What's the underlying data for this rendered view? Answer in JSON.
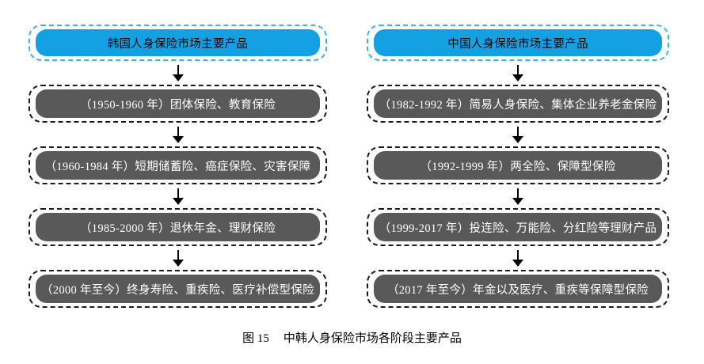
{
  "figure": {
    "caption_prefix": "图 15",
    "caption_title": "中韩人身保险市场各阶段主要产品"
  },
  "colors": {
    "header_fill": "#14A1E3",
    "header_border": "#3AB3EC",
    "header_text": "#000000",
    "stage_fill": "#595959",
    "stage_border": "#1A1A1A",
    "stage_text": "#FFFFFF",
    "arrow_color": "#000000"
  },
  "columns": [
    {
      "id": "korea",
      "header": "韩国人身保险市场主要产品",
      "stages": [
        "（1950-1960 年）团体保险、教育保险",
        "（1960-1984 年）短期储蓄险、癌症保险、灾害保障",
        "（1985-2000 年）退休年金、理财保险",
        "（2000 年至今）终身寿险、重疾险、医疗补偿型保险"
      ]
    },
    {
      "id": "china",
      "header": "中国人身保险市场主要产品",
      "stages": [
        "（1982-1992 年）简易人身保险、集体企业养老金保险",
        "（1992-1999 年）两全险、保障型保险",
        "（1999-2017 年）投连险、万能险、分红险等理财产品",
        "（2017 年至今）年金以及医疗、重疾等保障型保险"
      ]
    }
  ]
}
